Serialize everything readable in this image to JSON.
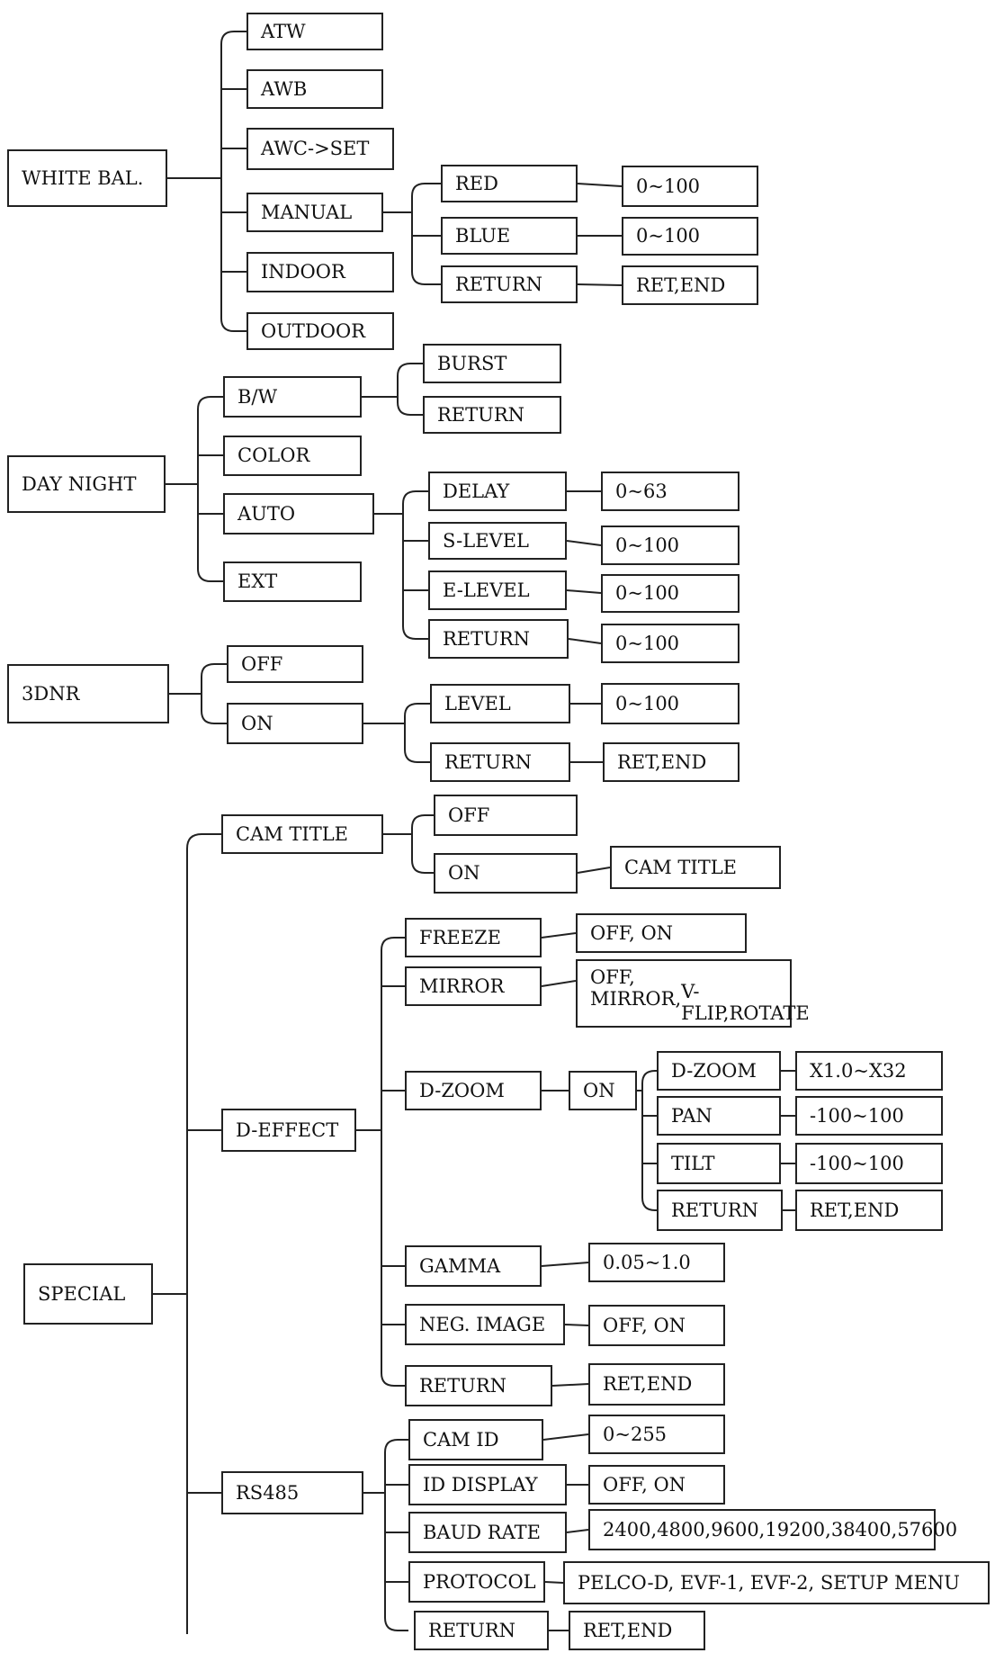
{
  "menu": {
    "white_bal": {
      "label": "WHITE BAL.",
      "atw": "ATW",
      "awb": "AWB",
      "awc_set": "AWC->SET",
      "manual": "MANUAL",
      "manual_red": "RED",
      "manual_red_range": "0~100",
      "manual_blue": "BLUE",
      "manual_blue_range": "0~100",
      "manual_return": "RETURN",
      "manual_return_value": "RET,END",
      "indoor": "INDOOR",
      "outdoor": "OUTDOOR"
    },
    "day_night": {
      "label": "DAY NIGHT",
      "bw": "B/W",
      "bw_burst": "BURST",
      "bw_return": "RETURN",
      "color": "COLOR",
      "auto": "AUTO",
      "auto_delay": "DELAY",
      "auto_delay_range": "0~63",
      "auto_s_level": "S-LEVEL",
      "auto_s_level_range": "0~100",
      "auto_e_level": "E-LEVEL",
      "auto_e_level_range": "0~100",
      "auto_return": "RETURN",
      "auto_return_value": "0~100",
      "ext": "EXT"
    },
    "dnr": {
      "label": "3DNR",
      "off": "OFF",
      "on": "ON",
      "on_level": "LEVEL",
      "on_level_range": "0~100",
      "on_return": "RETURN",
      "on_return_value": "RET,END"
    },
    "special": {
      "label": "SPECIAL",
      "cam_title": "CAM TITLE",
      "cam_title_off": "OFF",
      "cam_title_on": "ON",
      "cam_title_on_value": "CAM TITLE",
      "d_effect": "D-EFFECT",
      "freeze": "FREEZE",
      "freeze_value": "OFF, ON",
      "mirror": "MIRROR",
      "mirror_value_line1": "OFF, MIRROR,",
      "mirror_value_line2": "V-FLIP,ROTATE",
      "dzoom": "D-ZOOM",
      "dzoom_on": "ON",
      "dzoom_dzoom": "D-ZOOM",
      "dzoom_dzoom_range": "X1.0~X32",
      "dzoom_pan": "PAN",
      "dzoom_pan_range": "-100~100",
      "dzoom_tilt": "TILT",
      "dzoom_tilt_range": "-100~100",
      "dzoom_return": "RETURN",
      "dzoom_return_value": "RET,END",
      "gamma": "GAMMA",
      "gamma_range": "0.05~1.0",
      "neg_image": "NEG. IMAGE",
      "neg_image_value": "OFF, ON",
      "deffect_return": "RETURN",
      "deffect_return_value": "RET,END",
      "rs485": "RS485",
      "cam_id": "CAM ID",
      "cam_id_range": "0~255",
      "id_display": "ID DISPLAY",
      "id_display_value": "OFF, ON",
      "baud_rate": "BAUD RATE",
      "baud_rate_value": "2400,4800,9600,19200,38400,57600",
      "protocol": "PROTOCOL",
      "protocol_value": "PELCO-D, EVF-1, EVF-2, SETUP MENU",
      "rs485_return": "RETURN",
      "rs485_return_value": "RET,END"
    }
  }
}
